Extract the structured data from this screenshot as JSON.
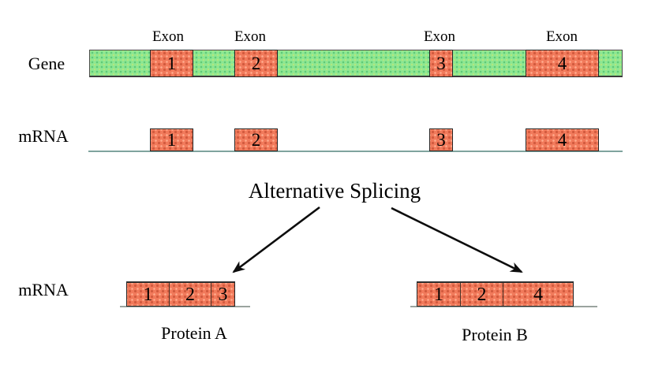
{
  "labels": {
    "gene": "Gene",
    "mrna_top": "mRNA",
    "mrna_bottom": "mRNA",
    "exon": "Exon",
    "title": "Alternative Splicing"
  },
  "gene": {
    "exons": [
      "1",
      "2",
      "3",
      "4"
    ]
  },
  "mrna": {
    "exons": [
      "1",
      "2",
      "3",
      "4"
    ]
  },
  "variants": {
    "a": {
      "exons": [
        "1",
        "2",
        "3"
      ],
      "caption": "Protein A"
    },
    "b": {
      "exons": [
        "1",
        "2",
        "4"
      ],
      "caption": "Protein B"
    }
  },
  "colors": {
    "intron_fill": "#8fe792",
    "exon_fill": "#f17a5b",
    "baseline_top": "#7fa49e",
    "baseline_bottom": "#9aa39f",
    "arrow": "#0d0d0d",
    "text": "#000000"
  }
}
